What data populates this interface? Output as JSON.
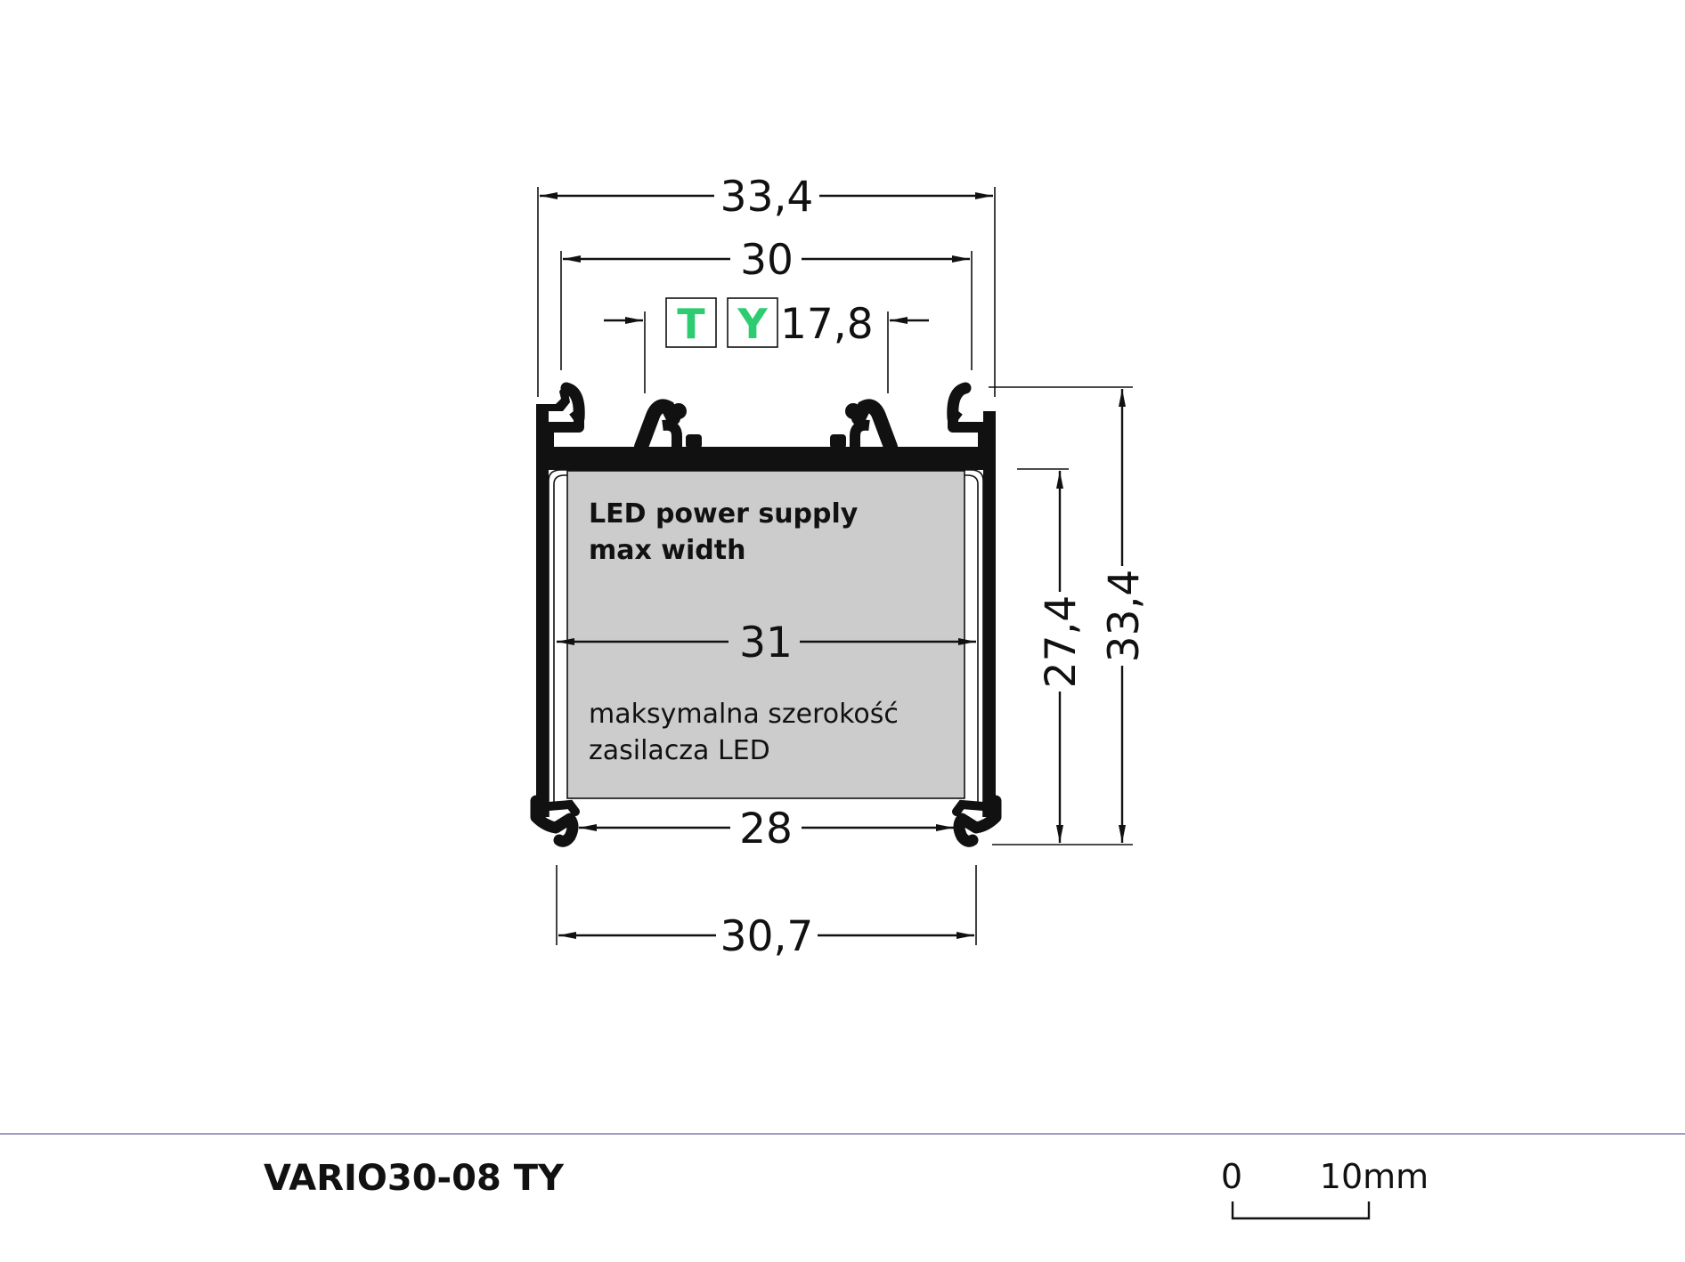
{
  "dimensions": {
    "outer_width": "33,4",
    "inner_width": "30",
    "groove_spacing": "17,8",
    "psu_width": "31",
    "bottom_opening": "28",
    "bottom_width": "30,7",
    "inner_height": "27,4",
    "outer_height": "33,4"
  },
  "badges": {
    "t": "T",
    "y": "Y",
    "color": "#2ecc71"
  },
  "notes": {
    "en_line1": "LED power supply",
    "en_line2": "max width",
    "pl_line1": "maksymalna szerokość",
    "pl_line2": "zasilacza LED"
  },
  "footer": {
    "title": "VARIO30-08 TY",
    "scale_zero": "0",
    "scale_ten": "10mm",
    "divider_color": "#7b7bb0"
  },
  "colors": {
    "profile": "#111111",
    "psu_fill": "#cccccc"
  }
}
